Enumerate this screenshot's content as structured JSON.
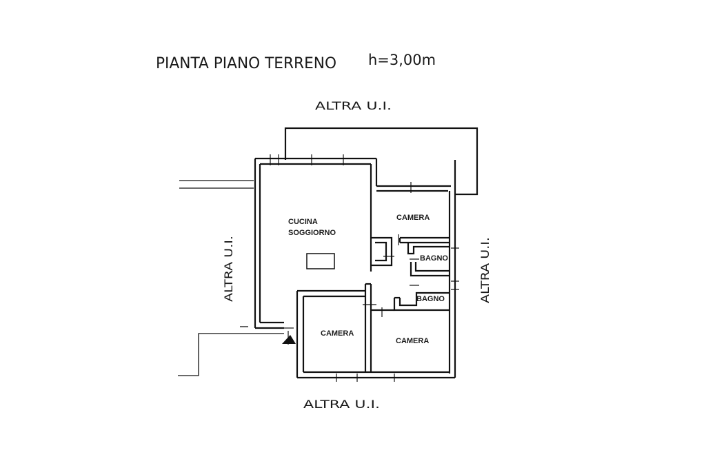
{
  "plan": {
    "title": "PIANTA PIANO TERRENO",
    "height": "h=3,00m"
  },
  "neighbors": {
    "top": "ALTRA U.I.",
    "bottom": "ALTRA U.I.",
    "left": "ALTRA U.I.",
    "right": "ALTRA U.I."
  },
  "rooms": {
    "living": [
      "CUCINA",
      "SOGGIORNO"
    ],
    "camera_top": "CAMERA",
    "bagno_1": "BAGNO",
    "bagno_2": "BAGNO",
    "camera_bottom_left": "CAMERA",
    "camera_bottom_right": "CAMERA"
  },
  "colors": {
    "ink": "#111111",
    "paper": "#ffffff"
  }
}
